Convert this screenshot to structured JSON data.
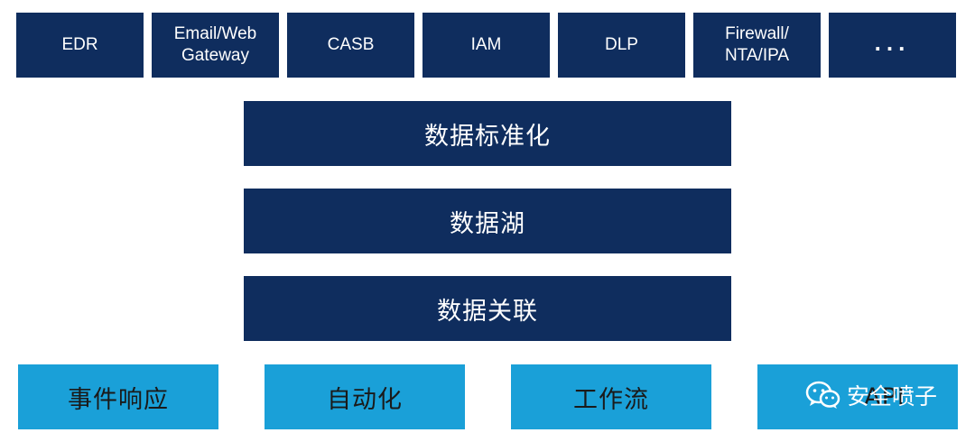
{
  "sources": [
    {
      "id": "edr",
      "label": "EDR"
    },
    {
      "id": "email-web-gateway",
      "label": "Email/Web\nGateway"
    },
    {
      "id": "casb",
      "label": "CASB"
    },
    {
      "id": "iam",
      "label": "IAM"
    },
    {
      "id": "dlp",
      "label": "DLP"
    },
    {
      "id": "firewall-nta-ipa",
      "label": "Firewall/\nNTA/IPA"
    },
    {
      "id": "more",
      "label": "..."
    }
  ],
  "layers": [
    {
      "id": "data-normalization",
      "label": "数据标准化"
    },
    {
      "id": "data-lake",
      "label": "数据湖"
    },
    {
      "id": "data-correlation",
      "label": "数据关联"
    }
  ],
  "outputs": [
    {
      "id": "incident-response",
      "label": "事件响应"
    },
    {
      "id": "automation",
      "label": "自动化"
    },
    {
      "id": "workflow",
      "label": "工作流"
    },
    {
      "id": "api",
      "label": "API"
    }
  ],
  "watermark": {
    "icon": "wechat-icon",
    "text": "安全喷子"
  },
  "colors": {
    "dark_navy": "#0f2d5e",
    "light_blue": "#1aa0d8",
    "text_light": "#ffffff",
    "text_dark": "#1a1a1a"
  }
}
